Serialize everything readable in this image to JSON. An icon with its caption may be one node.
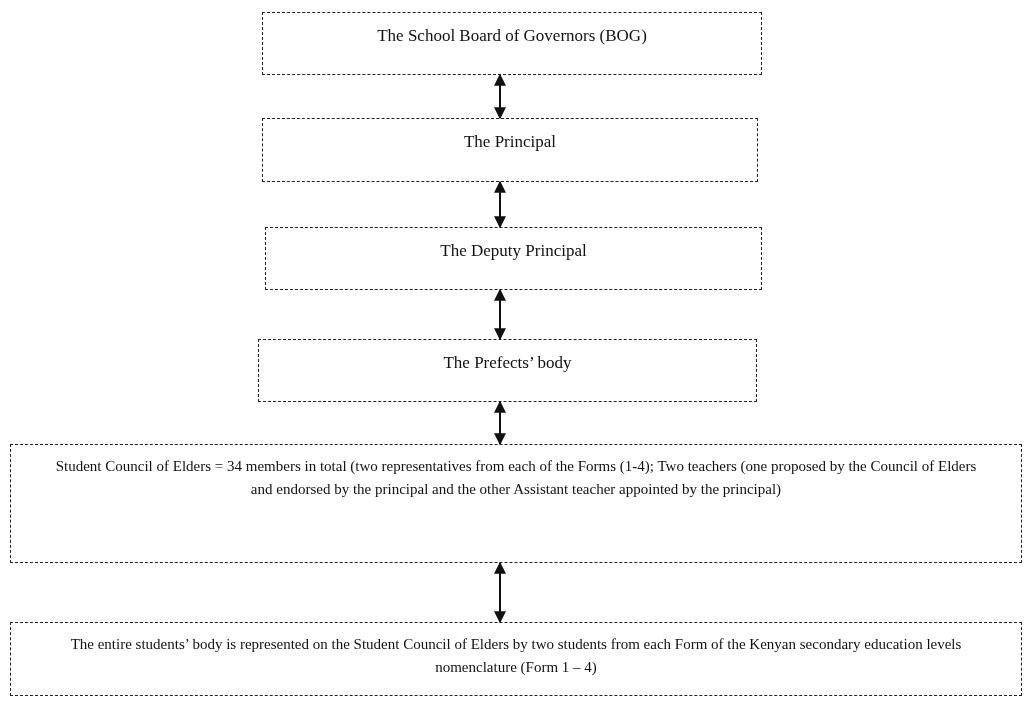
{
  "diagram": {
    "nodes": [
      {
        "text": [
          "The School Board of Governors (BOG)"
        ]
      },
      {
        "text": [
          "The Principal"
        ]
      },
      {
        "text": [
          "The Deputy Principal"
        ]
      },
      {
        "text": [
          "The Prefects’ body"
        ]
      },
      {
        "text": [
          "Student Council of Elders = 34 members in total (two representatives from each of the Forms (1-4); Two teachers (one proposed by the Council of Elders and endorsed by the principal and the other Assistant teacher appointed by the principal)"
        ]
      },
      {
        "text": [
          "The entire students’ body is represented on the Student Council of Elders by two students from each Form of the Kenyan secondary education levels nomenclature (Form 1 – 4)"
        ]
      }
    ],
    "edges": [
      {
        "from": 0,
        "to": 1,
        "arrow": "both"
      },
      {
        "from": 1,
        "to": 2,
        "arrow": "both"
      },
      {
        "from": 2,
        "to": 3,
        "arrow": "both"
      },
      {
        "from": 3,
        "to": 4,
        "arrow": "both"
      },
      {
        "from": 4,
        "to": 5,
        "arrow": "both"
      }
    ]
  }
}
